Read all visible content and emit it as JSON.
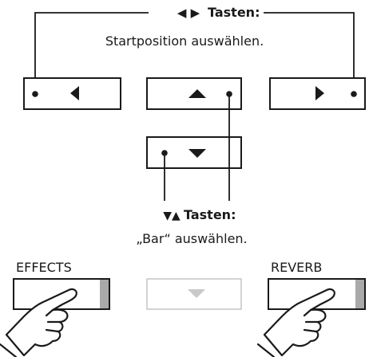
{
  "top_callout": {
    "arrows_symbol": "◀ ▶",
    "title": "Tasten:",
    "description": "Startposition auswählen."
  },
  "bottom_callout": {
    "arrows_symbol": "▼▲",
    "title": "Tasten:",
    "description": "„Bar“ auswählen."
  },
  "buttons": {
    "effects_label": "EFFECTS",
    "reverb_label": "REVERB"
  },
  "icons": {
    "left": "left-arrow-icon",
    "up": "up-arrow-icon",
    "right": "right-arrow-icon",
    "down": "down-arrow-icon",
    "hand": "pressing-hand-icon"
  },
  "colors": {
    "ink": "#1a1a1a",
    "led_gray": "#a9a9a9",
    "disabled_gray": "#c8c8c8"
  }
}
